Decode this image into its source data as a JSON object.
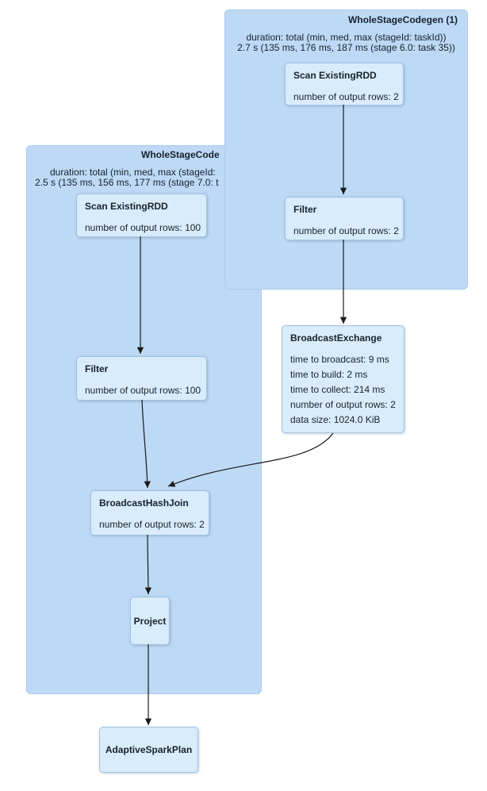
{
  "colors": {
    "page_bg": "#ffffff",
    "cluster_fill": "#bdd9f5",
    "cluster_border": "#a9cbec",
    "node_fill": "#d9ecfc",
    "node_border": "#9fc3e2",
    "text_color": "#17222e",
    "edge_color": "#1a1a1a"
  },
  "diagram": {
    "clusters": {
      "codegen1": {
        "title": "WholeStageCodegen (1)",
        "duration_label": "duration: total (min, med, max (stageId: taskId))",
        "duration_value": "2.7 s (135 ms, 176 ms, 187 ms (stage 6.0: task 35))"
      },
      "codegen2": {
        "title": "WholeStageCode",
        "duration_label": "duration: total (min, med, max (stageId:",
        "duration_value": "2.5 s (135 ms, 156 ms, 177 ms (stage 7.0: t"
      }
    },
    "nodes": {
      "scan1": {
        "title": "Scan ExistingRDD",
        "metrics": [
          "number of output rows: 2"
        ]
      },
      "filter1": {
        "title": "Filter",
        "metrics": [
          "number of output rows: 2"
        ]
      },
      "scan2": {
        "title": "Scan ExistingRDD",
        "metrics": [
          "number of output rows: 100"
        ]
      },
      "filter2": {
        "title": "Filter",
        "metrics": [
          "number of output rows: 100"
        ]
      },
      "broadcast_exchange": {
        "title": "BroadcastExchange",
        "metrics": [
          "time to broadcast: 9 ms",
          "time to build: 2 ms",
          "time to collect: 214 ms",
          "number of output rows: 2",
          "data size: 1024.0 KiB"
        ]
      },
      "broadcast_hash_join": {
        "title": "BroadcastHashJoin",
        "metrics": [
          "number of output rows: 2"
        ]
      },
      "project": {
        "title": "Project"
      },
      "adaptive_spark_plan": {
        "title": "AdaptiveSparkPlan"
      }
    }
  }
}
